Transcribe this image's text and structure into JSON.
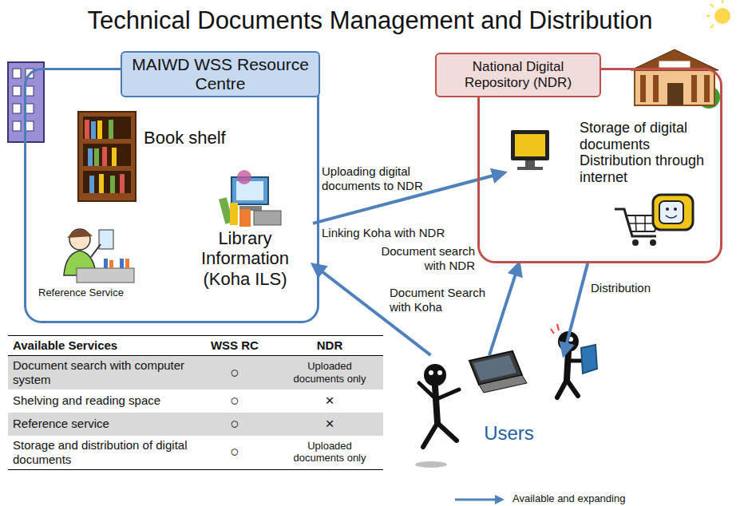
{
  "diagram": {
    "title": "Technical Documents Management and Distribution",
    "nodes": [
      {
        "text": [
          "MAIWD WSS Resource Centre"
        ]
      },
      {
        "text": [
          "Book shelf"
        ],
        "in": 0
      },
      {
        "text": [
          "Library Information (Koha ILS)"
        ],
        "in": 0
      },
      {
        "text": [
          "Reference Service"
        ],
        "in": 0
      },
      {
        "text": [
          "National Digital Repository (NDR)"
        ]
      },
      {
        "text": [
          "Storage of digital documents Distribution through internet"
        ],
        "in": 4
      },
      {
        "text": [
          "Users"
        ]
      }
    ],
    "edges": [
      {
        "from": 2,
        "to": 5,
        "label": "Uploading digital documents to NDR",
        "arrow": "to"
      },
      {
        "from": 6,
        "to": 2,
        "label": "Document Search with Koha",
        "arrow": "to"
      },
      {
        "from": 6,
        "to": 4,
        "label": "Document search with NDR",
        "arrow": "to"
      },
      {
        "from": 4,
        "to": 6,
        "label": "Distribution",
        "arrow": "to"
      }
    ],
    "labels": [
      "Linking Koha with NDR",
      "Available Services",
      "WSS RC",
      "NDR",
      "Document search with computer system",
      "○",
      "Uploaded documents only",
      "Shelving and reading space",
      "○",
      "×",
      "Reference service",
      "○",
      "×",
      "Storage and distribution of digital documents",
      "○",
      "Uploaded documents only"
    ],
    "legend": [
      {
        "text": "Available and expanding"
      }
    ]
  }
}
